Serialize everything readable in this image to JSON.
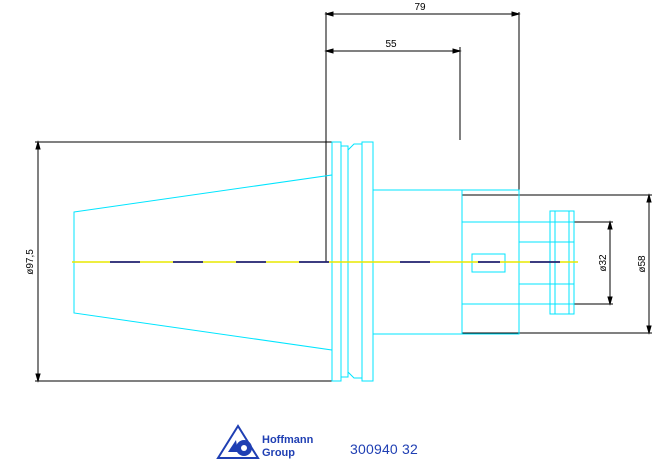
{
  "dimensions": {
    "overall_length": "79",
    "taper_length": "55",
    "flange_diameter": "ø97,5",
    "collet_diameter": "ø32",
    "body_diameter": "ø58"
  },
  "logo": {
    "line1": "Hoffmann",
    "line2": "Group"
  },
  "part_number": "300940 32",
  "colors": {
    "outline": "#00e5ff",
    "centerline_yellow": "#e8e800",
    "centerline_dash": "#000080",
    "dimension": "#000000",
    "brand": "#1f3fb3"
  }
}
